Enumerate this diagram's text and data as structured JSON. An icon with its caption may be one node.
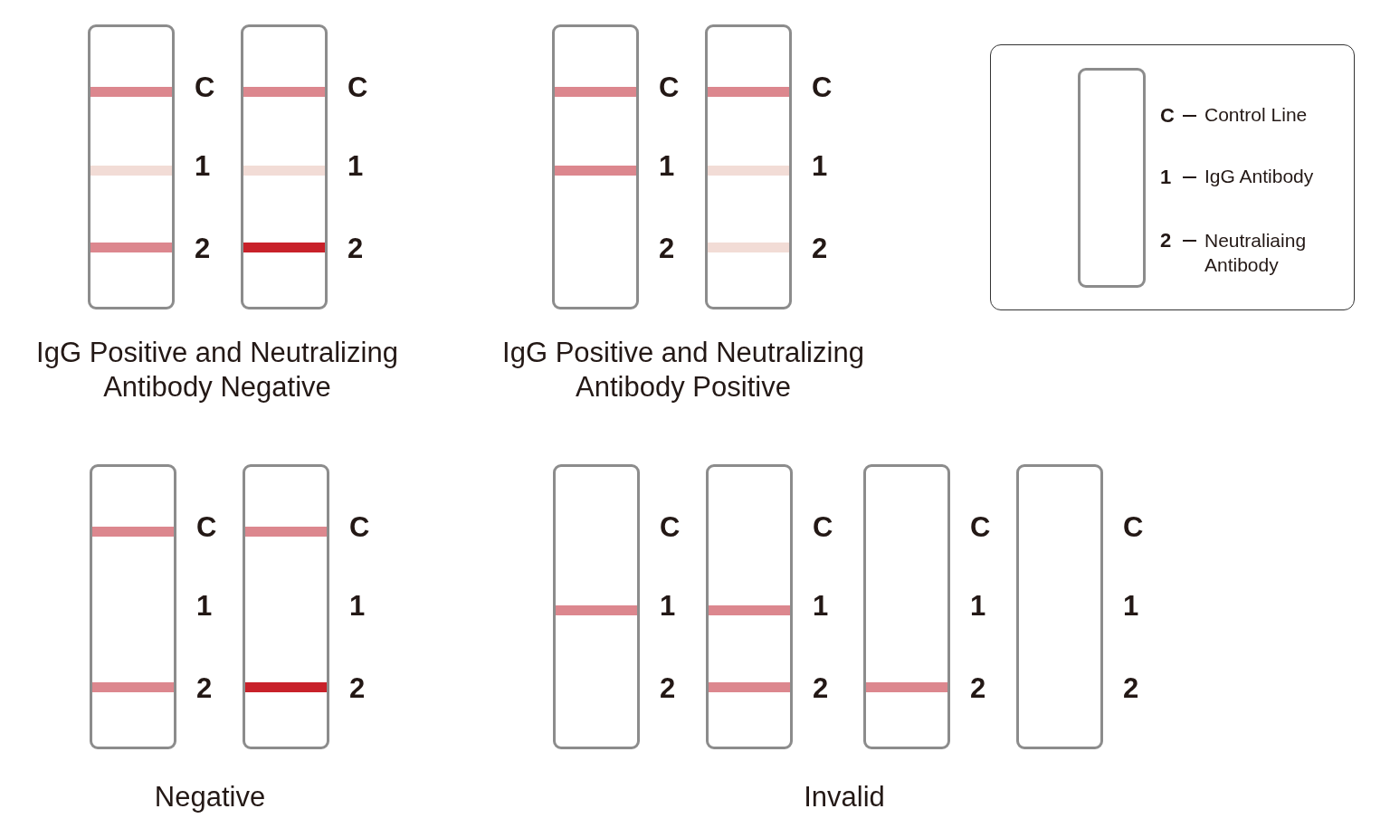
{
  "diagram": {
    "nodes": [
      {
        "text": [],
        "shape": "box",
        "beside": [
          "C",
          "1",
          "2"
        ]
      },
      {
        "text": [],
        "shape": "box",
        "beside": [
          "C",
          "1",
          "2"
        ]
      },
      {
        "text": [],
        "shape": "box",
        "beside": [
          "C",
          "1",
          "2"
        ]
      },
      {
        "text": [],
        "shape": "box",
        "beside": [
          "C",
          "1",
          "2"
        ]
      },
      {
        "text": [
          "C",
          "Control Line",
          "1",
          "IgG Antibody",
          "2",
          "Neutraliaing Antibody"
        ]
      },
      {
        "text": [],
        "shape": "box",
        "in": 4
      },
      {
        "text": [],
        "shape": "box",
        "beside": [
          "C",
          "1",
          "2"
        ]
      },
      {
        "text": [],
        "shape": "box",
        "beside": [
          "C",
          "1",
          "2"
        ]
      },
      {
        "text": [],
        "shape": "box",
        "beside": [
          "C",
          "1",
          "2"
        ]
      },
      {
        "text": [],
        "shape": "box",
        "beside": [
          "C",
          "1",
          "2"
        ]
      },
      {
        "text": [],
        "shape": "box",
        "beside": [
          "C",
          "1",
          "2"
        ]
      },
      {
        "text": [],
        "shape": "box",
        "beside": [
          "C",
          "1",
          "2"
        ]
      }
    ],
    "edges": [],
    "labels": [
      "IgG Positive and Neutralizing Antibody Negative",
      "IgG Positive and Neutralizing Antibody Positive",
      "Negative",
      "Invalid"
    ]
  }
}
